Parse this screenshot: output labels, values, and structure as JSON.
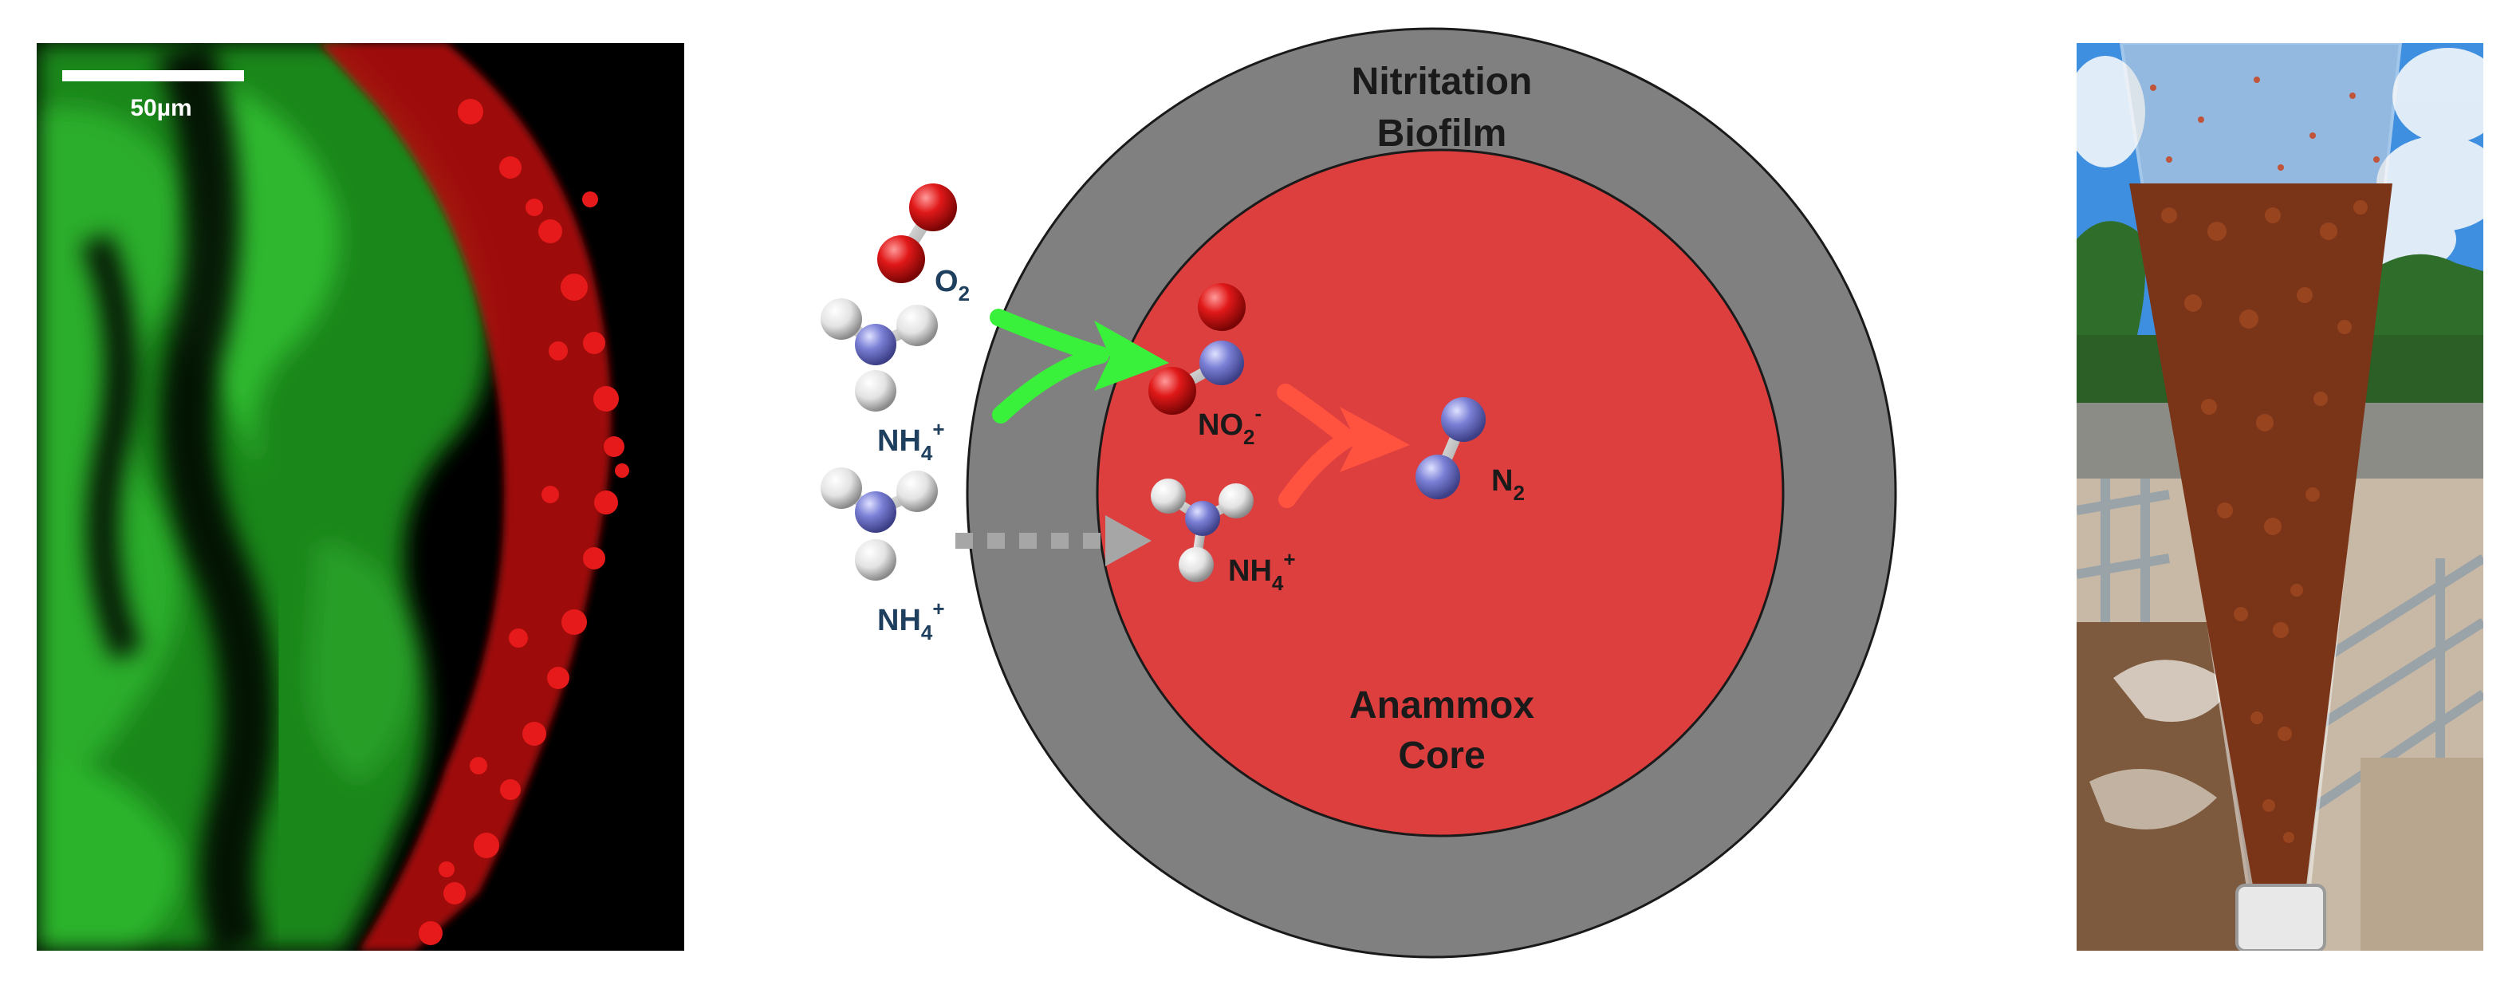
{
  "microscopy": {
    "scale_bar_label": "50µm",
    "colors": {
      "background": "#000000",
      "outer_stain": "#e01414",
      "inner_stain": "#1fae1f"
    }
  },
  "diagram": {
    "outer_ring": {
      "line1": "Nitritation",
      "line2": "Biofilm"
    },
    "core": {
      "line1": "Anammox",
      "line2": "Core"
    },
    "species": {
      "o2": {
        "base": "O",
        "sub": "2"
      },
      "nh4_top": {
        "base": "NH",
        "sub": "4",
        "sup": "+"
      },
      "nh4_bottom": {
        "base": "NH",
        "sub": "4",
        "sup": "+"
      },
      "no2": {
        "base": "NO",
        "sub": "2",
        "sup": "-"
      },
      "nh4_core": {
        "base": "NH",
        "sub": "4",
        "sup": "+"
      },
      "n2": {
        "base": "N",
        "sub": "2"
      }
    },
    "colors": {
      "ring": "#808080",
      "core": "#dd3e3e",
      "outline": "#1a1a1a",
      "label_dark": "#1a1a1a",
      "label_blue": "#1f3f5e",
      "arrow_green": "#39f03a",
      "arrow_red": "#ff5340",
      "arrow_gray": "#a6a6a6",
      "oxygen_atom": "#d21414",
      "nitrogen_atom": "#7b80d6",
      "hydrogen_atom": "#e6e6e6"
    }
  },
  "photo": {
    "colors": {
      "sky": "#3f8fe0",
      "trees": "#2f6e2a",
      "granules": "#7a3418",
      "concrete": "#c8b9a6"
    }
  }
}
